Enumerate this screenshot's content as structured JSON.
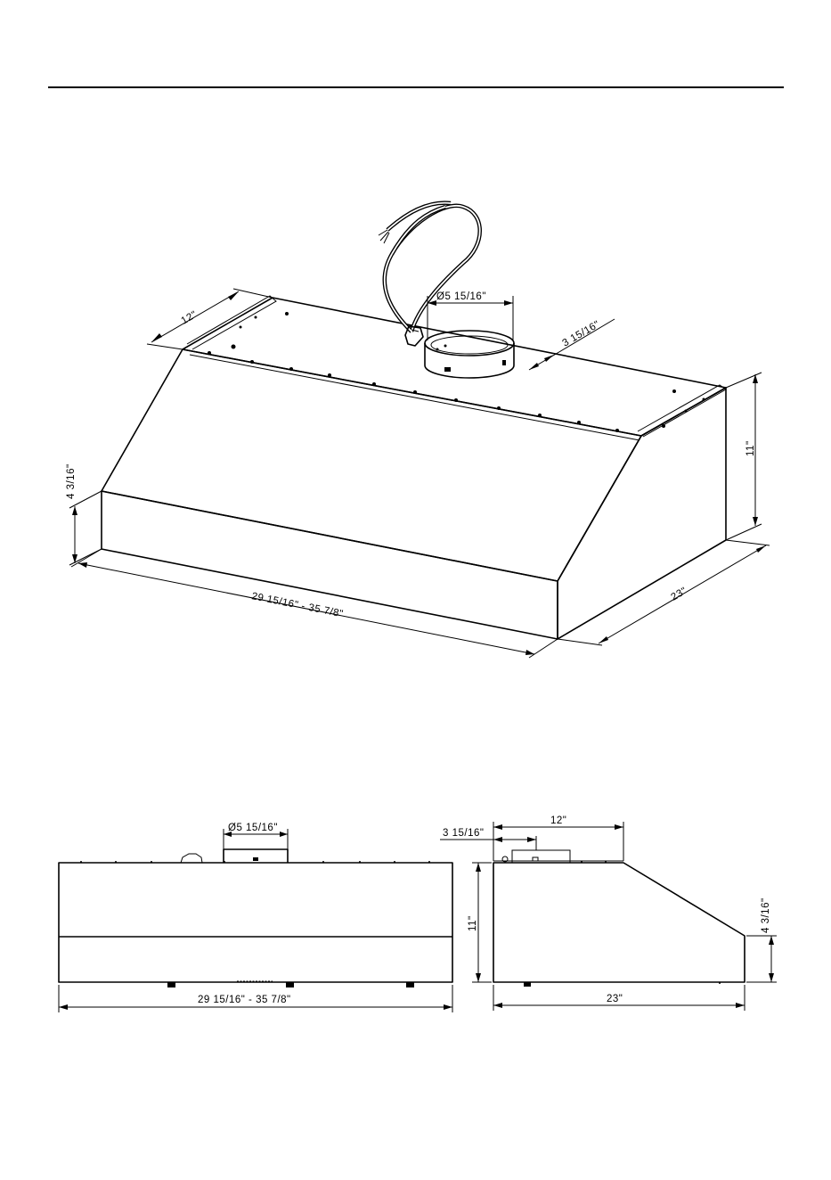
{
  "iso_view": {
    "depth_top": "12\"",
    "duct_diameter": "Ø5  15/16\"",
    "duct_offset": "3  15/16\"",
    "height": "11\"",
    "front_height": "4  3/16\"",
    "width": "29  15/16\"  -  35  7/8\"",
    "depth_total": "23\""
  },
  "front_view": {
    "duct_diameter": "Ø5  15/16\"",
    "width": "29  15/16\"  -  35  7/8\""
  },
  "side_view": {
    "depth_top": "12\"",
    "duct_offset": "3  15/16\"",
    "height": "11\"",
    "front_height": "4  3/16\"",
    "depth_total": "23\""
  }
}
